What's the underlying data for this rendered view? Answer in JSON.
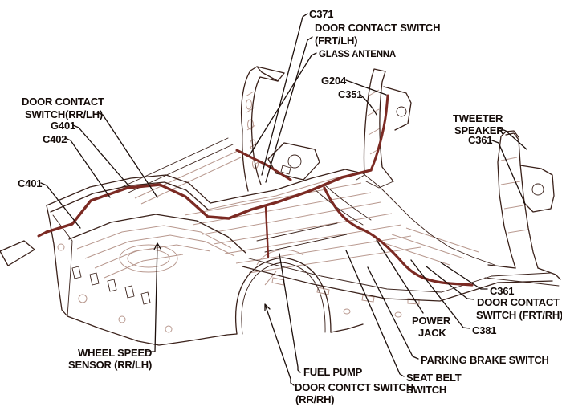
{
  "figure": {
    "type": "vehicle body wiring harness location diagram",
    "background": "#ffffff"
  },
  "colors": {
    "harness": "#7b2a23",
    "body_outline": "#3a211a",
    "body_detail": "#b8988e",
    "label_text": "#140b08",
    "leader_line": "#1c0f0b"
  },
  "labels": {
    "c371": "C371",
    "door_contact_switch_frt_lh": {
      "line1": "DOOR CONTACT SWITCH",
      "line2": "(FRT/LH)"
    },
    "glass_antenna": "GLASS ANTENNA",
    "g204": "G204",
    "c351": "C351",
    "tweeter_speaker": {
      "line1": "TWEETER",
      "line2": "SPEAKER"
    },
    "c361_upper": "C361",
    "door_contact_switch_rr_lh": {
      "line1": "DOOR CONTACT",
      "line2": "SWITCH(RR/LH)"
    },
    "g401": "G401",
    "c402": "C402",
    "c401": "C401",
    "wheel_speed_sensor_rr_lh": {
      "line1": "WHEEL SPEED",
      "line2": "SENSOR (RR/LH)"
    },
    "fuel_pump": "FUEL PUMP",
    "door_contct_switch_rr_rh": {
      "line1": "DOOR CONTCT SWITCH",
      "line2": "(RR/RH)"
    },
    "seat_belt_switch": {
      "line1": "SEAT BELT",
      "line2": "SWITCH"
    },
    "parking_brake_switch": "PARKING BRAKE SWITCH",
    "power_jack": {
      "line1": "POWER",
      "line2": "JACK"
    },
    "c381": "C381",
    "c361_lower": "C361",
    "door_contact_switch_frt_rh": {
      "line1": "DOOR CONTACT",
      "line2": "SWITCH (FRT/RH)"
    }
  }
}
